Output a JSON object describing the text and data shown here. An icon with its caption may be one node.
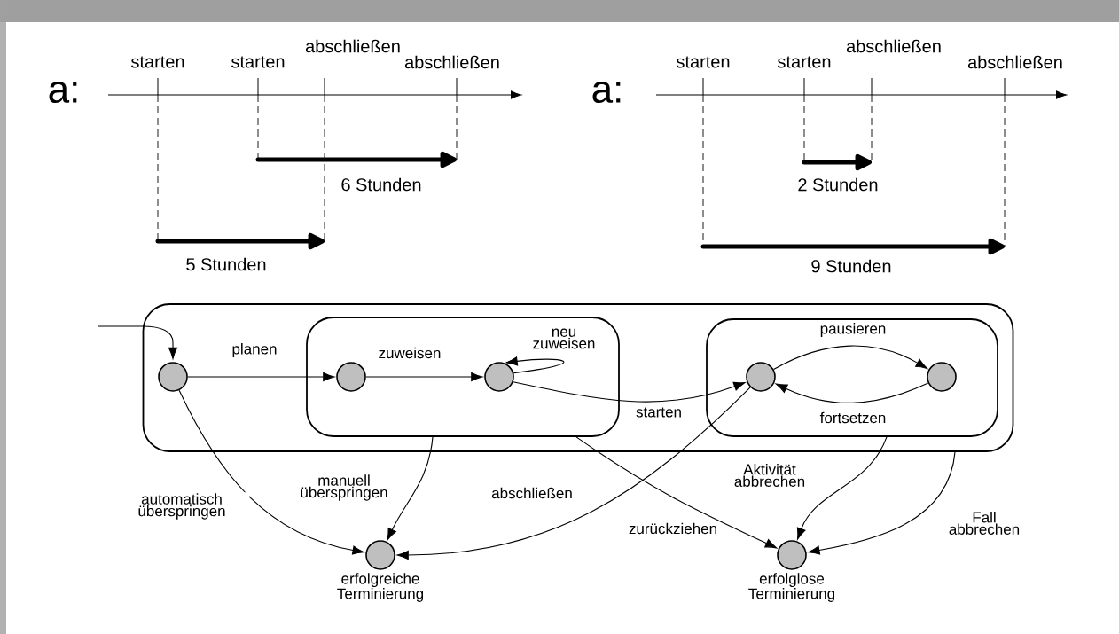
{
  "diagram": {
    "nodes": [
      {
        "text": [],
        "shape": "box"
      },
      {
        "text": [],
        "shape": "circle",
        "in": 0
      },
      {
        "text": [],
        "shape": "box",
        "in": 0
      },
      {
        "text": [],
        "shape": "circle",
        "in": 2
      },
      {
        "text": [],
        "shape": "circle",
        "in": 2
      },
      {
        "text": [],
        "shape": "box",
        "in": 0
      },
      {
        "text": [],
        "shape": "circle",
        "in": 5
      },
      {
        "text": [],
        "shape": "circle",
        "in": 5
      },
      {
        "text": [],
        "shape": "circle",
        "beside": [
          "erfolgreiche Terminierung"
        ]
      },
      {
        "text": [],
        "shape": "circle",
        "beside": [
          "erfolglose Terminierung"
        ]
      }
    ],
    "edges": [
      {
        "from": null,
        "to": 1,
        "arrow": "to"
      },
      {
        "from": 1,
        "to": 3,
        "arrow": "to",
        "label": "planen"
      },
      {
        "from": 3,
        "to": 4,
        "arrow": "to",
        "label": "zuweisen"
      },
      {
        "from": 4,
        "to": 4,
        "arrow": "to",
        "label": "neu zuweisen"
      },
      {
        "from": 4,
        "to": 6,
        "arrow": "to",
        "label": "starten"
      },
      {
        "from": 6,
        "to": 7,
        "arrow": "to",
        "label": "pausieren"
      },
      {
        "from": 7,
        "to": 6,
        "arrow": "to",
        "label": "fortsetzen"
      },
      {
        "from": 1,
        "to": 8,
        "arrow": "to",
        "label": "automatisch überspringen"
      },
      {
        "from": 2,
        "to": 8,
        "arrow": "to",
        "label": "manuell überspringen"
      },
      {
        "from": 6,
        "to": 8,
        "arrow": "to",
        "label": "abschließen"
      },
      {
        "from": 2,
        "to": 9,
        "arrow": "to",
        "label": "zurückziehen"
      },
      {
        "from": 5,
        "to": 9,
        "arrow": "to",
        "label": "Aktivität abbrechen"
      },
      {
        "from": 0,
        "to": 9,
        "arrow": "to",
        "label": "Fall abbrechen"
      }
    ],
    "labels": [
      "a:",
      "starten",
      "starten",
      "abschließen",
      "abschließen",
      "6 Stunden",
      "5 Stunden",
      "a:",
      "starten",
      "starten",
      "abschließen",
      "abschließen",
      "2 Stunden",
      "9 Stunden"
    ]
  }
}
